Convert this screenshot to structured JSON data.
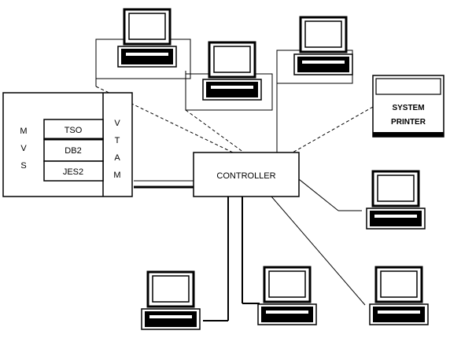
{
  "mainframe": {
    "os_letters": [
      "M",
      "V",
      "S"
    ],
    "subsystems": [
      "TSO",
      "DB2",
      "JES2"
    ],
    "vtam_letters": [
      "V",
      "T",
      "A",
      "M"
    ]
  },
  "controller": {
    "label": "CONTROLLER"
  },
  "printer": {
    "line1": "SYSTEM",
    "line2": "PRINTER"
  },
  "colors": {
    "ink": "#000000",
    "paper": "#ffffff"
  }
}
